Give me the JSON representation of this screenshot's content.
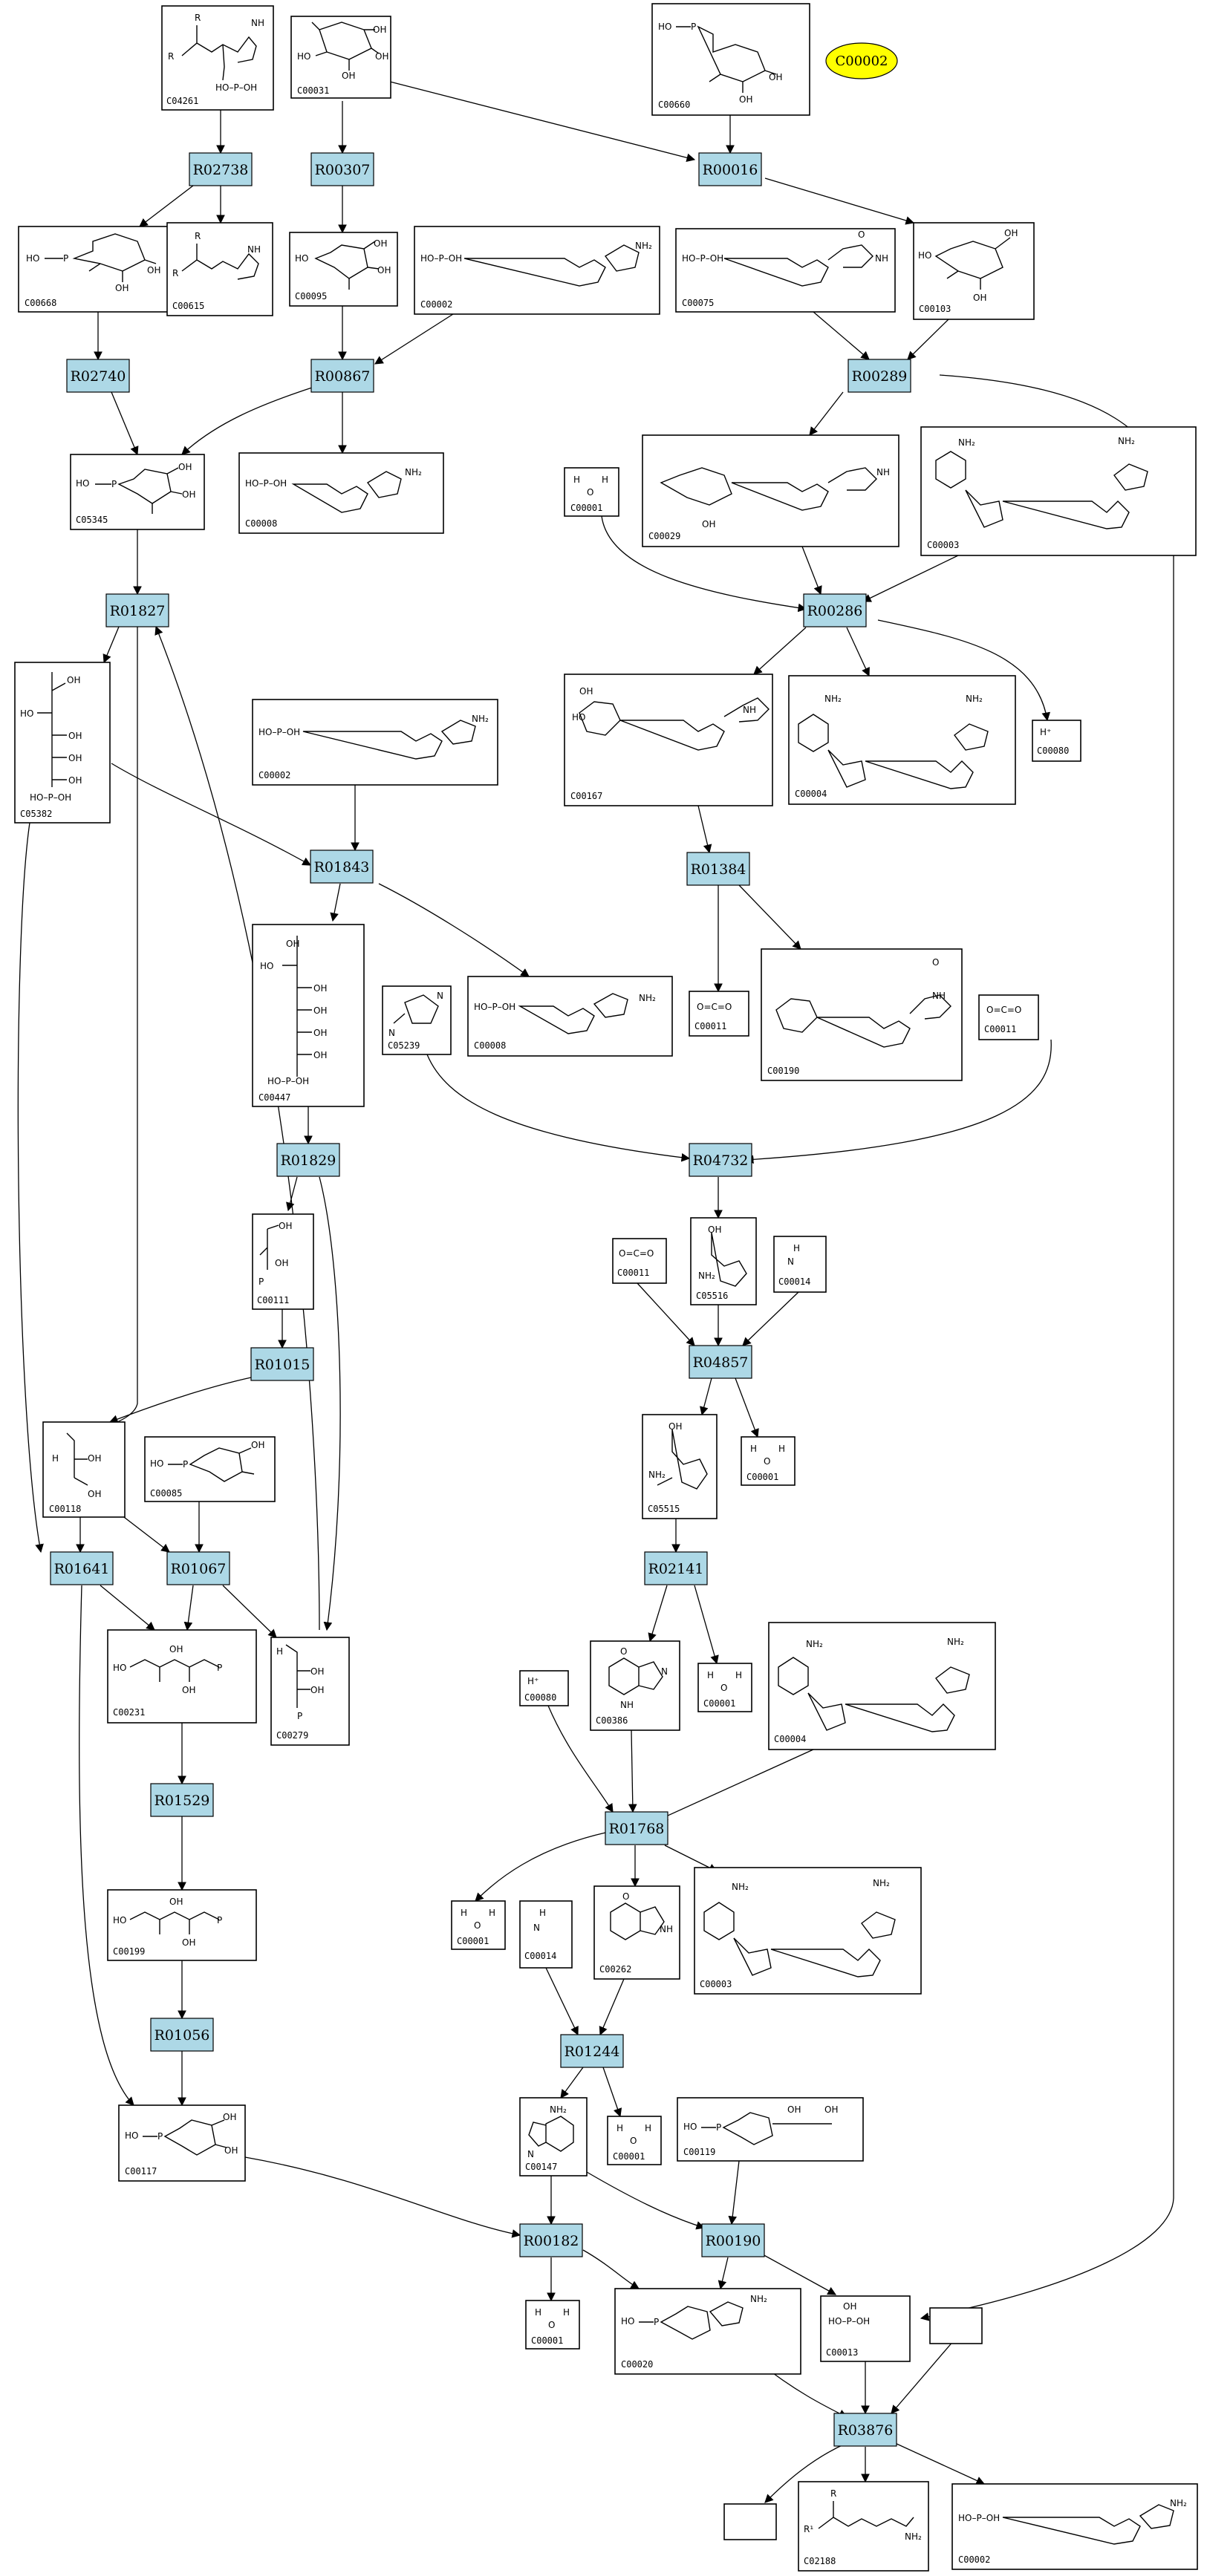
{
  "reactions": [
    "R02738",
    "R00307",
    "R00016",
    "R02740",
    "R00867",
    "R00289",
    "R01827",
    "R00286",
    "R01843",
    "R01384",
    "R01829",
    "R04732",
    "R01015",
    "R04857",
    "R01641",
    "R01067",
    "R02141",
    "R01529",
    "R01768",
    "R01056",
    "R01244",
    "R00182",
    "R00190",
    "R03876"
  ],
  "compounds": [
    "C04261",
    "C00031",
    "C00660",
    "C00668",
    "C00615",
    "C00095",
    "C00002",
    "C00075",
    "C00103",
    "C05345",
    "C00008",
    "C00001",
    "C00029",
    "C00003",
    "C05382",
    "C00167",
    "C00004",
    "C00080",
    "C00447",
    "C05239",
    "C00011",
    "C00190",
    "C00111",
    "C05516",
    "C00014",
    "C00118",
    "C00085",
    "C05515",
    "C00231",
    "C00279",
    "C00386",
    "C00199",
    "C00262",
    "C00117",
    "C00147",
    "C00119",
    "C00020",
    "C00013",
    "C02188"
  ],
  "ellipse": {
    "label": "C00002"
  },
  "chem_text": {
    "R": "R",
    "R1": "R¹",
    "OH": "OH",
    "NH": "NH",
    "NH2": "NH₂",
    "N": "N",
    "O": "O",
    "H2O_H": "H",
    "H2O_O": "O",
    "Hplus": "H⁺",
    "P": "P",
    "HO": "HO",
    "H": "H",
    "NH3_H": "H",
    "NH3_N": "N",
    "phos": "HO–P–OH",
    "CO2": "O=C=O"
  }
}
